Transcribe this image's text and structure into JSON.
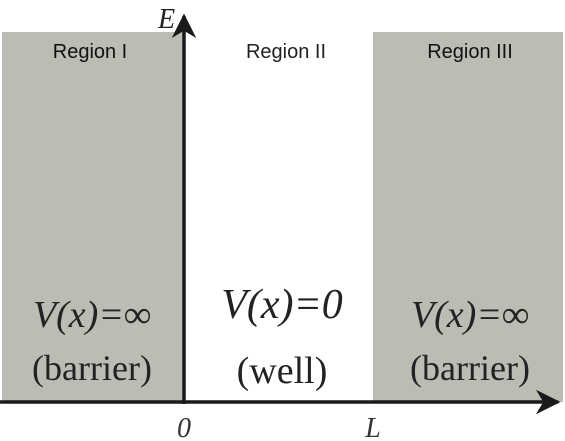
{
  "axes": {
    "energy_label": "E",
    "origin_label": "0",
    "width_label": "L"
  },
  "regions": [
    {
      "title": "Region I",
      "potential": "V(x)=∞",
      "description": "(barrier)",
      "fill": "#bcbcb4"
    },
    {
      "title": "Region II",
      "potential": "V(x)=0",
      "description": "(well)",
      "fill": "#ffffff"
    },
    {
      "title": "Region III",
      "potential": "V(x)=∞",
      "description": "(barrier)",
      "fill": "#bcbcb4"
    }
  ],
  "colors": {
    "axis": "#1a1a1a",
    "text": "#222222"
  }
}
